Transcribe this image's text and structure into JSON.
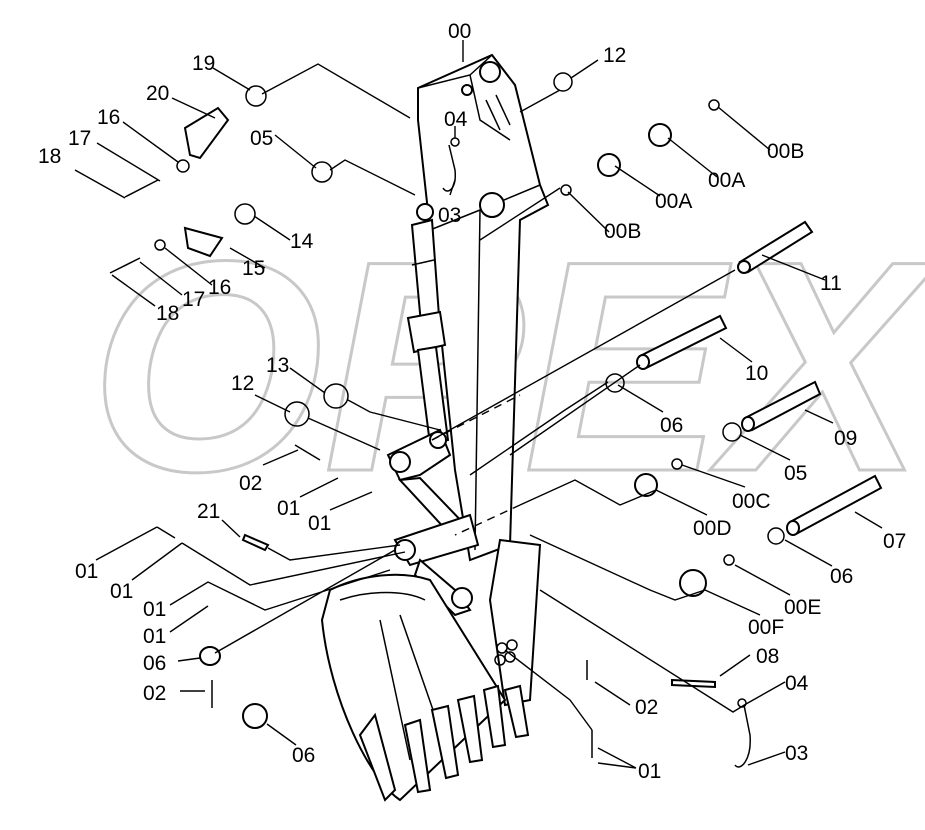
{
  "watermark": "OPEX",
  "callouts": [
    {
      "text": "00",
      "name": "callout-00"
    },
    {
      "text": "12",
      "name": "callout-12-top"
    },
    {
      "text": "19",
      "name": "callout-19"
    },
    {
      "text": "20",
      "name": "callout-20"
    },
    {
      "text": "16",
      "name": "callout-16-upper"
    },
    {
      "text": "17",
      "name": "callout-17-upper"
    },
    {
      "text": "18",
      "name": "callout-18-upper"
    },
    {
      "text": "05",
      "name": "callout-05-upper"
    },
    {
      "text": "04",
      "name": "callout-04-upper"
    },
    {
      "text": "03",
      "name": "callout-03-upper"
    },
    {
      "text": "00B",
      "name": "callout-00b-right"
    },
    {
      "text": "00A",
      "name": "callout-00a-right"
    },
    {
      "text": "00A",
      "name": "callout-00a-left"
    },
    {
      "text": "00B",
      "name": "callout-00b-left"
    },
    {
      "text": "14",
      "name": "callout-14"
    },
    {
      "text": "15",
      "name": "callout-15"
    },
    {
      "text": "16",
      "name": "callout-16-lower"
    },
    {
      "text": "17",
      "name": "callout-17-lower"
    },
    {
      "text": "18",
      "name": "callout-18-lower"
    },
    {
      "text": "11",
      "name": "callout-11"
    },
    {
      "text": "10",
      "name": "callout-10"
    },
    {
      "text": "13",
      "name": "callout-13"
    },
    {
      "text": "12",
      "name": "callout-12-mid"
    },
    {
      "text": "06",
      "name": "callout-06-mid"
    },
    {
      "text": "09",
      "name": "callout-09"
    },
    {
      "text": "02",
      "name": "callout-02-mid"
    },
    {
      "text": "01",
      "name": "callout-01-a"
    },
    {
      "text": "01",
      "name": "callout-01-b"
    },
    {
      "text": "05",
      "name": "callout-05-lower"
    },
    {
      "text": "00C",
      "name": "callout-00c"
    },
    {
      "text": "00D",
      "name": "callout-00d"
    },
    {
      "text": "21",
      "name": "callout-21"
    },
    {
      "text": "07",
      "name": "callout-07"
    },
    {
      "text": "01",
      "name": "callout-01-c"
    },
    {
      "text": "01",
      "name": "callout-01-d"
    },
    {
      "text": "06",
      "name": "callout-06-right"
    },
    {
      "text": "00E",
      "name": "callout-00e"
    },
    {
      "text": "00F",
      "name": "callout-00f"
    },
    {
      "text": "01",
      "name": "callout-01-e"
    },
    {
      "text": "01",
      "name": "callout-01-f"
    },
    {
      "text": "06",
      "name": "callout-06-left"
    },
    {
      "text": "08",
      "name": "callout-08"
    },
    {
      "text": "04",
      "name": "callout-04-lower"
    },
    {
      "text": "02",
      "name": "callout-02-left"
    },
    {
      "text": "02",
      "name": "callout-02-right"
    },
    {
      "text": "03",
      "name": "callout-03-lower"
    },
    {
      "text": "06",
      "name": "callout-06-bottom"
    },
    {
      "text": "01",
      "name": "callout-01-bottom"
    }
  ]
}
